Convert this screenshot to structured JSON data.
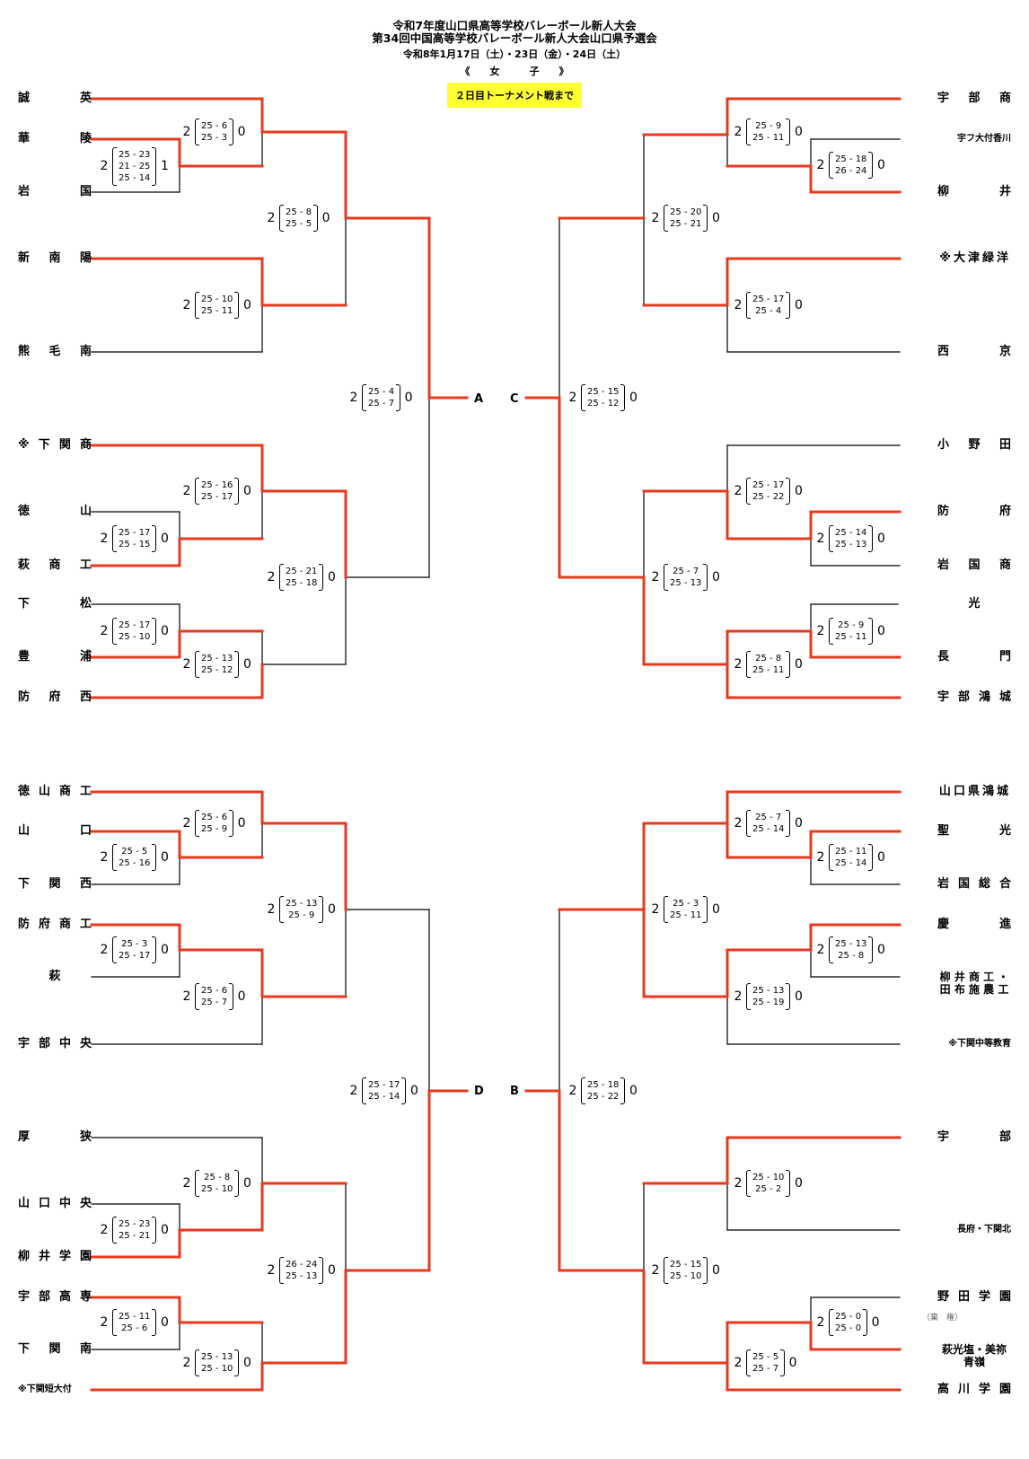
{
  "header": {
    "title1": "令和7年度山口県高等学校バレーボール新人大会",
    "title2": "第34回中国高等学校バレーボール新人大会山口県予選会",
    "dates": "令和8年1月17日（土）・23日（金）・24日（土）",
    "division": "《　　女　　　子　　》",
    "badge": "２日目トーナメント戦まで"
  },
  "colors": {
    "winner_line": "#e8391e",
    "loser_line": "#000000",
    "badge_bg": "#ffff33"
  },
  "blocks": [
    "A",
    "C",
    "D",
    "B"
  ],
  "teams": {
    "left_top": [
      "誠英",
      "華陵",
      "岩国",
      "新南陽",
      "熊毛南",
      "※下関商",
      "徳山",
      "萩商工",
      "下松",
      "豊浦",
      "防府西"
    ],
    "right_top": [
      "宇部商",
      "宇フ大付香川",
      "柳井",
      "※大津緑洋",
      "西京",
      "小野田",
      "防府",
      "岩国商",
      "光",
      "長門",
      "宇部鴻城"
    ],
    "left_bottom": [
      "徳山商工",
      "山口",
      "下関西",
      "防府商工",
      "萩",
      "宇部中央",
      "厚狭",
      "山口中央",
      "柳井学園",
      "宇部高専",
      "下関南",
      "※下関短大付"
    ],
    "right_bottom": [
      "山口県鴻城",
      "聖光",
      "岩国総合",
      "慶進",
      "柳井商工・田布施農工",
      "※下関中等教育",
      "宇部",
      "長府・下関北",
      "野田学園",
      "萩光塩・美祢青嶺",
      "高川学園"
    ]
  },
  "notes": {
    "forfeit": "（棄　権）"
  },
  "matches": {
    "lt_1": {
      "w": 2,
      "sets": [
        "25 - 23",
        "21 - 25",
        "25 - 14"
      ],
      "l": 1
    },
    "lt_2": {
      "w": 2,
      "sets": [
        "25 - 6",
        "25 - 3"
      ],
      "l": 0
    },
    "lt_3": {
      "w": 2,
      "sets": [
        "25 - 10",
        "25 - 11"
      ],
      "l": 0
    },
    "lt_4": {
      "w": 2,
      "sets": [
        "25 - 8",
        "25 - 5"
      ],
      "l": 0
    },
    "lt_5": {
      "w": 2,
      "sets": [
        "25 - 17",
        "25 - 15"
      ],
      "l": 0
    },
    "lt_6": {
      "w": 2,
      "sets": [
        "25 - 16",
        "25 - 17"
      ],
      "l": 0
    },
    "lt_7": {
      "w": 2,
      "sets": [
        "25 - 17",
        "25 - 10"
      ],
      "l": 0
    },
    "lt_8": {
      "w": 2,
      "sets": [
        "25 - 13",
        "25 - 12"
      ],
      "l": 0
    },
    "lt_9": {
      "w": 2,
      "sets": [
        "25 - 21",
        "25 - 18"
      ],
      "l": 0
    },
    "lt_f": {
      "w": 2,
      "sets": [
        "25 - 4",
        "25 - 7"
      ],
      "l": 0
    },
    "rt_1": {
      "w": 2,
      "sets": [
        "25 - 18",
        "26 - 24"
      ],
      "l": 0
    },
    "rt_2": {
      "w": 2,
      "sets": [
        "25 - 9",
        "25 - 11"
      ],
      "l": 0
    },
    "rt_3": {
      "w": 2,
      "sets": [
        "25 - 17",
        "25 - 4"
      ],
      "l": 0
    },
    "rt_4": {
      "w": 2,
      "sets": [
        "25 - 20",
        "25 - 21"
      ],
      "l": 0
    },
    "rt_5": {
      "w": 2,
      "sets": [
        "25 - 14",
        "25 - 13"
      ],
      "l": 0
    },
    "rt_6": {
      "w": 2,
      "sets": [
        "25 - 17",
        "25 - 22"
      ],
      "l": 0
    },
    "rt_7": {
      "w": 2,
      "sets": [
        "25 - 9",
        "25 - 11"
      ],
      "l": 0
    },
    "rt_8": {
      "w": 2,
      "sets": [
        "25 - 8",
        "25 - 11"
      ],
      "l": 0
    },
    "rt_9": {
      "w": 2,
      "sets": [
        "25 - 7",
        "25 - 13"
      ],
      "l": 0
    },
    "rt_f": {
      "w": 2,
      "sets": [
        "25 - 15",
        "25 - 12"
      ],
      "l": 0
    },
    "lb_1": {
      "w": 2,
      "sets": [
        "25 - 5",
        "25 - 16"
      ],
      "l": 0
    },
    "lb_2": {
      "w": 2,
      "sets": [
        "25 - 6",
        "25 - 9"
      ],
      "l": 0
    },
    "lb_3": {
      "w": 2,
      "sets": [
        "25 - 3",
        "25 - 17"
      ],
      "l": 0
    },
    "lb_4": {
      "w": 2,
      "sets": [
        "25 - 6",
        "25 - 7"
      ],
      "l": 0
    },
    "lb_5": {
      "w": 2,
      "sets": [
        "25 - 13",
        "25 - 9"
      ],
      "l": 0
    },
    "lb_6": {
      "w": 2,
      "sets": [
        "25 - 23",
        "25 - 21"
      ],
      "l": 0
    },
    "lb_7": {
      "w": 2,
      "sets": [
        "25 - 8",
        "25 - 10"
      ],
      "l": 0
    },
    "lb_8": {
      "w": 2,
      "sets": [
        "25 - 11",
        "25 - 6"
      ],
      "l": 0
    },
    "lb_9": {
      "w": 2,
      "sets": [
        "25 - 13",
        "25 - 10"
      ],
      "l": 0
    },
    "lb_10": {
      "w": 2,
      "sets": [
        "26 - 24",
        "25 - 13"
      ],
      "l": 0
    },
    "lb_f": {
      "w": 2,
      "sets": [
        "25 - 17",
        "25 - 14"
      ],
      "l": 0
    },
    "rb_1": {
      "w": 2,
      "sets": [
        "25 - 11",
        "25 - 14"
      ],
      "l": 0
    },
    "rb_2": {
      "w": 2,
      "sets": [
        "25 - 7",
        "25 - 14"
      ],
      "l": 0
    },
    "rb_3": {
      "w": 2,
      "sets": [
        "25 - 13",
        "25 - 8"
      ],
      "l": 0
    },
    "rb_4": {
      "w": 2,
      "sets": [
        "25 - 13",
        "25 - 19"
      ],
      "l": 0
    },
    "rb_5": {
      "w": 2,
      "sets": [
        "25 - 3",
        "25 - 11"
      ],
      "l": 0
    },
    "rb_6": {
      "w": 2,
      "sets": [
        "25 - 10",
        "25 - 2"
      ],
      "l": 0
    },
    "rb_7": {
      "w": 2,
      "sets": [
        "25 - 0",
        "25 - 0"
      ],
      "l": 0
    },
    "rb_8": {
      "w": 2,
      "sets": [
        "25 - 5",
        "25 - 7"
      ],
      "l": 0
    },
    "rb_9": {
      "w": 2,
      "sets": [
        "25 - 15",
        "25 - 10"
      ],
      "l": 0
    },
    "rb_f": {
      "w": 2,
      "sets": [
        "25 - 18",
        "25 - 22"
      ],
      "l": 0
    }
  }
}
